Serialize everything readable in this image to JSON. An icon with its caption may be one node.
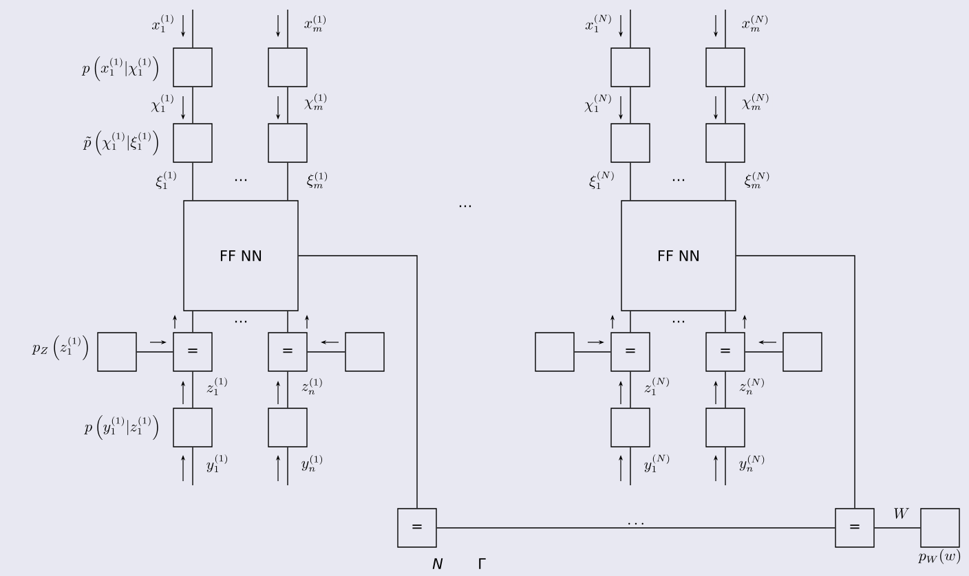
{
  "diagram": {
    "nodes": [
      {
        "text": [],
        "shape": "box",
        "beside": [
          "p\\left(x_1^{(1)}|\\chi_1^{(1)}\\right)"
        ]
      },
      {
        "text": [],
        "shape": "box"
      },
      {
        "text": [],
        "shape": "box",
        "beside": [
          "\\tilde{p}\\left(\\chi_1^{(1)}|\\xi_1^{(1)}\\right)"
        ]
      },
      {
        "text": [],
        "shape": "box"
      },
      {
        "text": [
          "FF NN"
        ]
      },
      {
        "text": [
          "="
        ]
      },
      {
        "text": [
          "="
        ]
      },
      {
        "text": [],
        "shape": "box",
        "beside": [
          "p_Z\\left(z_1^{(1)}\\right)"
        ]
      },
      {
        "text": [],
        "shape": "box"
      },
      {
        "text": [],
        "shape": "box",
        "beside": [
          "p\\left(y_1^{(1)}|z_1^{(1)}\\right)"
        ]
      },
      {
        "text": [],
        "shape": "box"
      },
      {
        "text": [],
        "shape": "box"
      },
      {
        "text": [],
        "shape": "box"
      },
      {
        "text": [],
        "shape": "box"
      },
      {
        "text": [],
        "shape": "box"
      },
      {
        "text": [
          "FF NN"
        ]
      },
      {
        "text": [
          "="
        ]
      },
      {
        "text": [
          "="
        ]
      },
      {
        "text": [],
        "shape": "box"
      },
      {
        "text": [],
        "shape": "box"
      },
      {
        "text": [],
        "shape": "box"
      },
      {
        "text": [],
        "shape": "box"
      },
      {
        "text": [
          "="
        ]
      },
      {
        "text": [
          "="
        ]
      },
      {
        "text": [],
        "shape": "box",
        "beside": [
          "p_W(w)"
        ]
      }
    ],
    "edges": [
      {
        "from": null,
        "to": 0,
        "arrow": "none",
        "label": "x_1^{(1)}"
      },
      {
        "from": null,
        "to": 1,
        "arrow": "none",
        "label": "x_m^{(1)}"
      },
      {
        "from": 0,
        "to": 2,
        "arrow": "none",
        "label": "\\chi_1^{(1)}"
      },
      {
        "from": 1,
        "to": 3,
        "arrow": "none",
        "label": "\\chi_m^{(1)}"
      },
      {
        "from": 2,
        "to": 4,
        "arrow": "none",
        "label": "\\xi_1^{(1)}"
      },
      {
        "from": 3,
        "to": 4,
        "arrow": "none",
        "label": "\\xi_m^{(1)}"
      },
      {
        "from": 4,
        "to": 5,
        "arrow": "none"
      },
      {
        "from": 4,
        "to": 6,
        "arrow": "none"
      },
      {
        "from": 7,
        "to": 5,
        "arrow": "none"
      },
      {
        "from": 8,
        "to": 6,
        "arrow": "none"
      },
      {
        "from": 9,
        "to": 5,
        "arrow": "none",
        "label": "z_1^{(1)}"
      },
      {
        "from": 10,
        "to": 6,
        "arrow": "none",
        "label": "z_n^{(1)}"
      },
      {
        "from": null,
        "to": 9,
        "arrow": "none",
        "label": "y_1^{(1)}"
      },
      {
        "from": null,
        "to": 10,
        "arrow": "none",
        "label": "y_n^{(1)}"
      },
      {
        "from": 4,
        "to": 22,
        "arrow": "none"
      },
      {
        "from": null,
        "to": 11,
        "arrow": "none",
        "label": "x_1^{(N)}"
      },
      {
        "from": null,
        "to": 12,
        "arrow": "none",
        "label": "x_m^{(N)}"
      },
      {
        "from": 11,
        "to": 13,
        "arrow": "none",
        "label": "\\chi_1^{(N)}"
      },
      {
        "from": 12,
        "to": 14,
        "arrow": "none",
        "label": "\\chi_m^{(N)}"
      },
      {
        "from": 13,
        "to": 15,
        "arrow": "none",
        "label": "\\xi_1^{(N)}"
      },
      {
        "from": 14,
        "to": 15,
        "arrow": "none",
        "label": "\\xi_m^{(N)}"
      },
      {
        "from": 15,
        "to": 16,
        "arrow": "none"
      },
      {
        "from": 15,
        "to": 17,
        "arrow": "none"
      },
      {
        "from": 18,
        "to": 16,
        "arrow": "none"
      },
      {
        "from": 19,
        "to": 17,
        "arrow": "none"
      },
      {
        "from": 20,
        "to": 16,
        "arrow": "none",
        "label": "z_1^{(N)}"
      },
      {
        "from": 21,
        "to": 17,
        "arrow": "none",
        "label": "z_n^{(N)}"
      },
      {
        "from": null,
        "to": 20,
        "arrow": "none",
        "label": "y_1^{(N)}"
      },
      {
        "from": null,
        "to": 21,
        "arrow": "none",
        "label": "y_n^{(N)}"
      },
      {
        "from": 15,
        "to": 23,
        "arrow": "none"
      },
      {
        "from": 22,
        "to": 23,
        "arrow": "none",
        "label": "\\ldots"
      },
      {
        "from": 23,
        "to": 24,
        "arrow": "none",
        "label": "W"
      }
    ],
    "labels": [
      "…",
      "…",
      "…",
      "…",
      "…",
      "N",
      "Γ"
    ]
  }
}
